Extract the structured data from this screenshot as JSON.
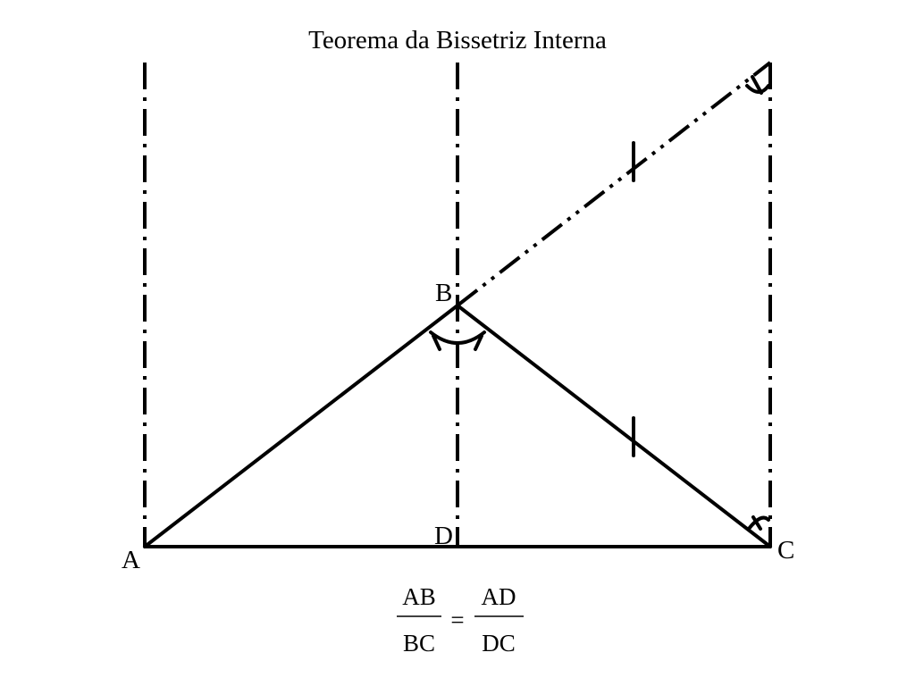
{
  "title": "Teorema da Bissetriz Interna",
  "points": {
    "A": "A",
    "B": "B",
    "C": "C",
    "D": "D"
  },
  "formula": {
    "left_numerator": "AB",
    "left_denominator": "BC",
    "equals": "=",
    "right_numerator": "AD",
    "right_denominator": "DC"
  }
}
